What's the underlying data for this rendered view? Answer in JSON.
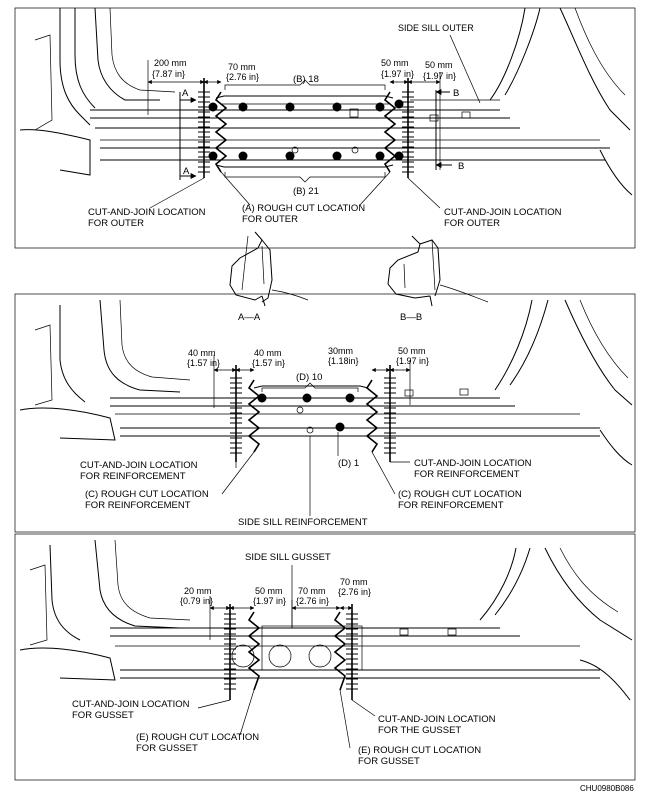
{
  "figure_code": "CHU0980B086",
  "panel1": {
    "side_sill_outer": "SIDE SILL OUTER",
    "dim_200": "200 mm",
    "dim_200_in": "{7.87 in}",
    "dim_70": "70 mm",
    "dim_70_in": "{2.76 in}",
    "dim_50a": "50 mm",
    "dim_50a_in": "{1.97 in}",
    "dim_50b": "50 mm",
    "dim_50b_in": "{1.97 in}",
    "b18": "(B) 18",
    "b21": "(B) 21",
    "section_a": "A",
    "section_b": "B",
    "cut_join_left_1": "CUT-AND-JOIN LOCATION",
    "cut_join_left_2": "FOR OUTER",
    "rough_cut_1": "(A) ROUGH CUT LOCATION",
    "rough_cut_2": "FOR OUTER",
    "cut_join_right_1": "CUT-AND-JOIN LOCATION",
    "cut_join_right_2": "FOR OUTER"
  },
  "sections": {
    "a_label": "A—A",
    "b_label": "B—B"
  },
  "panel2": {
    "dim_40a": "40 mm",
    "dim_40a_in": "{1.57 in}",
    "dim_40b": "40 mm",
    "dim_40b_in": "{1.57 in}",
    "dim_30": "30mm",
    "dim_30_in": "{1.18in}",
    "dim_50": "50 mm",
    "dim_50_in": "{1.97 in}",
    "d10": "(D) 10",
    "d1": "(D) 1",
    "cut_join_left_1": "CUT-AND-JOIN LOCATION",
    "cut_join_left_2": "FOR REINFORCEMENT",
    "rough_left_1": "(C) ROUGH CUT LOCATION",
    "rough_left_2": "FOR REINFORCEMENT",
    "cut_join_right_1": "CUT-AND-JOIN LOCATION",
    "cut_join_right_2": "FOR REINFORCEMENT",
    "rough_right_1": "(C) ROUGH CUT LOCATION",
    "rough_right_2": "FOR REINFORCEMENT",
    "side_sill_reinforcement": "SIDE SILL REINFORCEMENT"
  },
  "panel3": {
    "side_sill_gusset": "SIDE SILL GUSSET",
    "dim_20": "20 mm",
    "dim_20_in": "{0.79 in}",
    "dim_50": "50 mm",
    "dim_50_in": "{1.97 in}",
    "dim_70a": "70 mm",
    "dim_70a_in": "{2.76 in}",
    "dim_70b": "70 mm",
    "dim_70b_in": "{2.76 in}",
    "cut_join_left_1": "CUT-AND-JOIN LOCATION",
    "cut_join_left_2": "FOR GUSSET",
    "rough_left_1": "(E) ROUGH CUT LOCATION",
    "rough_left_2": "FOR GUSSET",
    "cut_join_right_1": "CUT-AND-JOIN LOCATION",
    "cut_join_right_2": "FOR THE GUSSET",
    "rough_right_1": "(E) ROUGH CUT LOCATION",
    "rough_right_2": "FOR GUSSET"
  }
}
